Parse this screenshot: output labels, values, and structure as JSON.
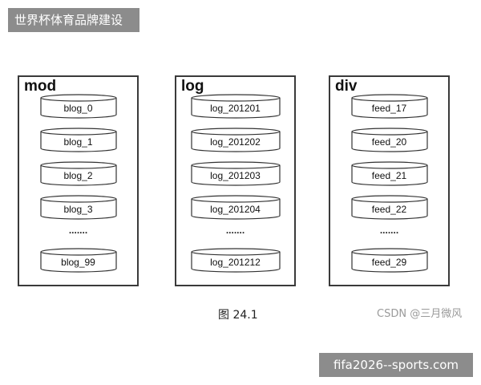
{
  "top_banner": {
    "text": "世界杯体育品牌建设"
  },
  "panels": [
    {
      "title": "mod",
      "items": [
        "blog_0",
        "blog_1",
        "blog_2",
        "blog_3"
      ],
      "ellipsis": ".......",
      "last_item": "blog_99"
    },
    {
      "title": "log",
      "items": [
        "log_201201",
        "log_201202",
        "log_201203",
        "log_201204"
      ],
      "ellipsis": ".......",
      "last_item": "log_201212"
    },
    {
      "title": "div",
      "items": [
        "feed_17",
        "feed_20",
        "feed_21",
        "feed_22"
      ],
      "ellipsis": ".......",
      "last_item": "feed_29"
    }
  ],
  "caption": "图 24.1",
  "watermark": "CSDN @三月微风",
  "footer_banner": {
    "text": "fifa2026--sports.com"
  }
}
